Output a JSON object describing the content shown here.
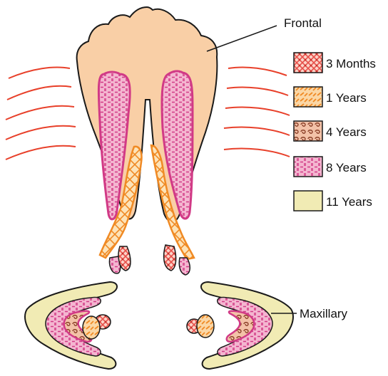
{
  "labels": {
    "frontal": "Frontal",
    "maxillary": "Maxillary"
  },
  "legend": [
    {
      "text": "3 Months",
      "pattern": "crosshatch-red",
      "color": "#e8504a"
    },
    {
      "text": "1 Years",
      "pattern": "dashes-orange",
      "color": "#f4a24c"
    },
    {
      "text": "4 Years",
      "pattern": "swirl-brown",
      "color": "#a8583a"
    },
    {
      "text": "8 Years",
      "pattern": "dashes-pink",
      "color": "#e06aa8"
    },
    {
      "text": "11 Years",
      "pattern": "solid-cream",
      "color": "#f1ebb4"
    }
  ],
  "colors": {
    "frontal_fill": "#f9cfa6",
    "outline": "#1a1a1a",
    "curve_lines": "#e8402a"
  }
}
